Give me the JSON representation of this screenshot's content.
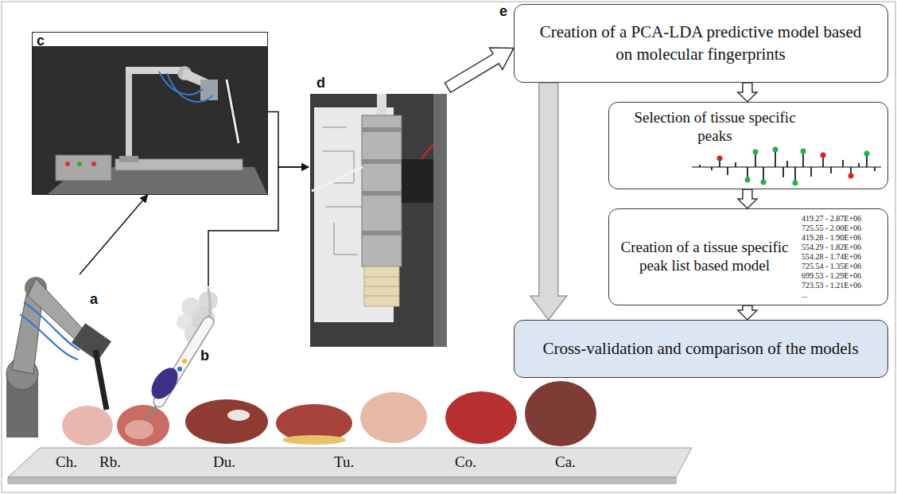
{
  "diagram": {
    "nodes": [
      {
        "text": [
          "c"
        ]
      },
      {
        "text": [
          "d"
        ]
      },
      {
        "text": [
          "a"
        ]
      },
      {
        "text": [
          "b"
        ]
      },
      {
        "text": [
          "Creation of a PCA-LDA predictive model based on molecular fingerprints"
        ]
      },
      {
        "text": [
          "Selection of tissue specific peaks"
        ]
      },
      {
        "text": [
          "Creation of a tissue specific peak list based model",
          "419.27 - 2.87E+06",
          "725.55 - 2.00E+06",
          "419.28 - 1.90E+06",
          "554.29 - 1.82E+06",
          "554.28 - 1.74E+06",
          "725.54 - 1.35E+06",
          "699.53 - 1.29E+06",
          "723.53 - 1.21E+06",
          "..."
        ]
      },
      {
        "text": [
          "Cross-validation and comparison of the models"
        ]
      }
    ],
    "edges": [
      {
        "from": 2,
        "to": 0,
        "arrow": "to"
      },
      {
        "from": 0,
        "to": 1,
        "arrow": "to"
      },
      {
        "from": 3,
        "to": 1,
        "arrow": "to"
      },
      {
        "from": 1,
        "to": 4,
        "arrow": "to"
      },
      {
        "from": 4,
        "to": 5,
        "arrow": "to"
      },
      {
        "from": 5,
        "to": 6,
        "arrow": "to"
      },
      {
        "from": 6,
        "to": 7,
        "arrow": "to"
      },
      {
        "from": 4,
        "to": 7,
        "arrow": "to"
      }
    ],
    "labels": [
      "e",
      "Ch.",
      "Rb.",
      "Du.",
      "Tu.",
      "Co.",
      "Ca."
    ]
  }
}
